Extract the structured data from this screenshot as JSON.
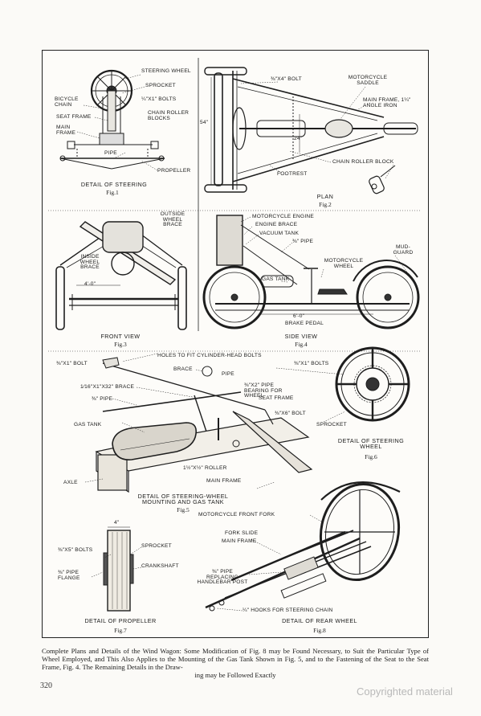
{
  "figures": {
    "fig1": {
      "title": "DETAIL OF STEERING",
      "number": "Fig.1",
      "labels": {
        "steering_wheel": "STEERING WHEEL",
        "sprocket": "SPROCKET",
        "bolts": "¼\"X1\" BOLTS",
        "bicycle_chain": "BICYCLE CHAIN",
        "seat_frame": "SEAT FRAME",
        "chain_roller_blocks": "CHAIN ROLLER BLOCKS",
        "main_frame": "MAIN FRAME",
        "pipe": "PIPE",
        "propeller": "PROPELLER"
      }
    },
    "fig2": {
      "title": "PLAN",
      "number": "Fig.2",
      "labels": {
        "bolt": "⅜\"X4\" BOLT",
        "motorcycle_saddle": "MOTORCYCLE SADDLE",
        "main_frame_angle": "MAIN FRAME, 1¼\" ANGLE IRON",
        "dim_54": "54\"",
        "dim_24": "24\"",
        "footrest": "FOOTREST",
        "chain_roller_block": "CHAIN ROLLER BLOCK"
      }
    },
    "fig3": {
      "title": "FRONT VIEW",
      "number": "Fig.3",
      "labels": {
        "outside_brace": "OUTSIDE WHEEL BRACE",
        "inside_brace": "INSIDE WHEEL BRACE",
        "dim_4": "4'-0\""
      }
    },
    "fig4": {
      "title": "SIDE VIEW",
      "number": "Fig.4",
      "labels": {
        "engine": "MOTORCYCLE ENGINE",
        "engine_brace": "ENGINE BRACE",
        "vacuum_tank": "VACUUM TANK",
        "pipe": "⅜\" PIPE",
        "mud_guard": "MUD-GUARD",
        "motorcycle_wheel": "MOTORCYCLE WHEEL",
        "gas_tank": "GAS TANK",
        "dim_6": "6'-0\"",
        "brake_pedal": "BRAKE PEDAL"
      }
    },
    "fig5": {
      "title": "DETAIL OF STEERING-WHEEL MOUNTING AND GAS TANK",
      "number": "Fig.5",
      "labels": {
        "holes": "HOLES TO FIT CYLINDER-HEAD BOLTS",
        "bolt": "⅜\"X1\" BOLT",
        "brace": "BRACE",
        "pipe": "PIPE",
        "brace_size": "1⁄16\"X1\"X32\" BRACE",
        "pipe_bearing": "⅜\"X2\" PIPE BEARING FOR WHEEL",
        "pipe_small": "⅜\" PIPE",
        "seat_frame": "SEAT FRAME",
        "bolt_6": "⅜\"X6\" BOLT",
        "gas_tank": "GAS TANK",
        "roller": "1½\"X½\" ROLLER",
        "axle": "AXLE",
        "main_frame": "MAIN FRAME"
      }
    },
    "fig6": {
      "title": "DETAIL OF STEERING WHEEL",
      "number": "Fig.6",
      "labels": {
        "bolts": "⅜\"X1\" BOLTS",
        "sprocket": "SPROCKET"
      }
    },
    "fig7": {
      "title": "DETAIL OF PROPELLER",
      "number": "Fig.7",
      "labels": {
        "dim_4": "4\"",
        "bolts": "⅜\"X5\" BOLTS",
        "sprocket": "SPROCKET",
        "crankshaft": "CRANKSHAFT",
        "pipe_flange": "⅜\" PIPE FLANGE"
      }
    },
    "fig8": {
      "title": "DETAIL OF REAR WHEEL",
      "number": "Fig.8",
      "labels": {
        "front_fork": "MOTORCYCLE FRONT FORK",
        "fork_slide": "FORK SLIDE",
        "main_frame": "MAIN FRAME",
        "pipe_handlebar": "⅜\" PIPE REPLACING HANDLEBAR POST",
        "hooks": "¼\" HOOKS FOR STEERING CHAIN"
      }
    }
  },
  "caption": {
    "lead": "Complete Plans and Details of the Wind Wagon:",
    "body": " Some Modification of Fig. 8 may be Found Necessary, to Suit the Particular Type of Wheel Employed, and This Also Applies to the Mounting of the Gas Tank Shown in Fig. 5, and to the Fastening of the Seat to the Seat Frame, Fig. 4. The Remaining Details in the Draw-",
    "last": "ing may be Followed Exactly"
  },
  "page_number": "320",
  "watermark": "Copyrighted material"
}
